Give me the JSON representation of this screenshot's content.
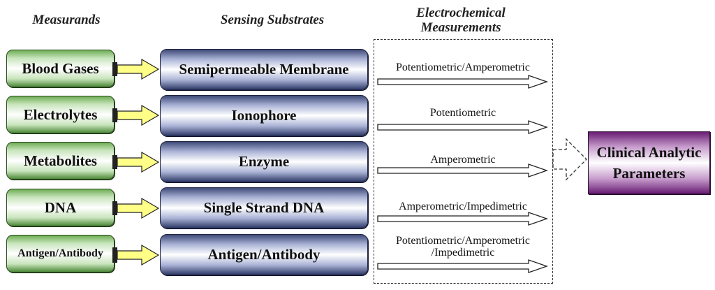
{
  "headers": {
    "measurands": "Measurands",
    "substrates": "Sensing Substrates",
    "electrochemical_line1": "Electrochemical",
    "electrochemical_line2": "Measurements"
  },
  "measurands": [
    "Blood Gases",
    "Electrolytes",
    "Metabolites",
    "DNA",
    "Antigen/Antibody"
  ],
  "substrates": [
    "Semipermeable Membrane",
    "Ionophore",
    "Enzyme",
    "Single Strand DNA",
    "Antigen/Antibody"
  ],
  "techniques": [
    {
      "line1": "Potentiometric/Amperometric",
      "line2": ""
    },
    {
      "line1": "Potentiometric",
      "line2": ""
    },
    {
      "line1": "Amperometric",
      "line2": ""
    },
    {
      "line1": "Amperometric/Impedimetric",
      "line2": ""
    },
    {
      "line1": "Potentiometric/Amperometric",
      "line2": "/Impedimetric"
    }
  ],
  "output": {
    "line1": "Clinical Analytic",
    "line2": "Parameters"
  },
  "colors": {
    "measurand_green": "#4e8a3a",
    "substrate_navy": "#2f3a68",
    "output_purple": "#6a1d74",
    "connector_yellow": "#ffff88"
  }
}
